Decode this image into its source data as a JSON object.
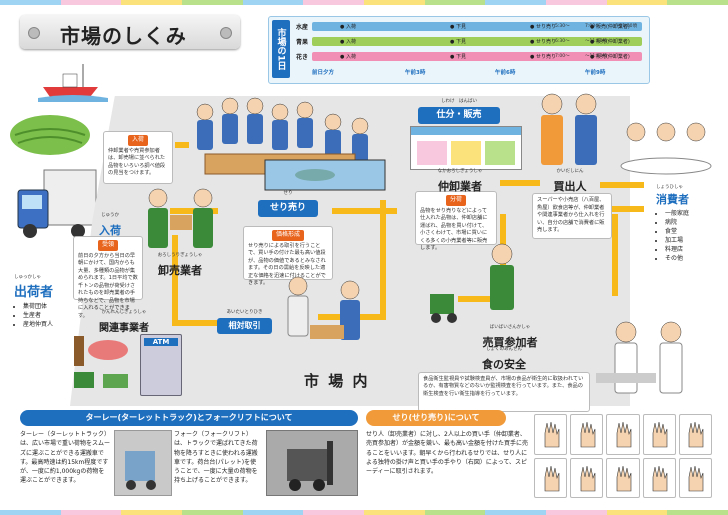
{
  "title": "市場のしくみ",
  "timeline": {
    "label": "市場の1日",
    "rows": [
      {
        "name": "水産",
        "color": "#6fb3e0",
        "events": [
          "入荷",
          "下見",
          "せり売り",
          "販売(仲卸業者)"
        ],
        "notes": [
          "5:30～",
          "7:00～",
          "～11:00頃"
        ]
      },
      {
        "name": "青果",
        "color": "#9fcf5a",
        "events": [
          "入荷",
          "下見",
          "せり売り",
          "販売(仲卸業者)"
        ],
        "notes": [
          "6:30～",
          "～11:00頃"
        ]
      },
      {
        "name": "花き",
        "color": "#f18fb4",
        "events": [
          "入荷",
          "下見",
          "せり売り",
          "販売(仲卸業者)"
        ],
        "notes": [
          "7:00～",
          "～11:00頃"
        ]
      }
    ],
    "times": [
      "前日夕方",
      "午前3時",
      "午前6時",
      "午前9時"
    ]
  },
  "actors": {
    "shukkasha": {
      "ruby": "しゅっかしゃ",
      "name": "出荷者",
      "items": [
        "集荷団体",
        "生産者",
        "産地仲買人"
      ]
    },
    "nyuka": {
      "ruby": "じゅうか",
      "name": "入荷"
    },
    "oroshiuri": {
      "ruby": "おろしうりぎょうしゃ",
      "name": "卸売業者"
    },
    "kanren": {
      "ruby": "かんれんじぎょうしゃ",
      "name": "関連事業者"
    },
    "nakaoroshi": {
      "ruby": "なかおろしぎょうしゃ",
      "name": "仲卸業者"
    },
    "kaidashi": {
      "ruby": "かいだしにん",
      "name": "買出人"
    },
    "baibai": {
      "ruby": "ばいばいさんかしゃ",
      "name": "売買参加者"
    },
    "shohisha": {
      "ruby": "しょうひしゃ",
      "name": "消費者",
      "items": [
        "一般家庭",
        "病院",
        "食堂",
        "加工場",
        "料理店",
        "その他"
      ]
    }
  },
  "buttons": {
    "seriuri": {
      "ruby": "せり",
      "name": "せり売り"
    },
    "aitai": {
      "ruby": "あいたいとりひき",
      "name": "相対取引"
    },
    "shiwake": {
      "ruby": "しわけ　はんばい",
      "name": "仕分・販売"
    }
  },
  "boxes": {
    "uketsuke": {
      "tag": "入荷",
      "text": "仲卸業者や売買参加者は、卸売場に並べられた品物をいろいろ調べ値段の見当をつけます。"
    },
    "juryo": {
      "tag": "受領",
      "text": "前日の夕方から当日の早朝にかけて、国内からも大量、多種類の品物が集められます。1日平均で数千トンの品物が荷受けされたものを卸売業者の手持ちなどで、品物を市場に入れることができます。"
    },
    "kakaku": {
      "tag": "価格形成",
      "text": "せり売りによる取引を行うことで、買い手の付けた最も高い値段が、品物の価値であるとみなされます。その日の需給を反映した適正な価格を迅速に付けることができます。"
    },
    "bunka": {
      "tag": "分荷",
      "text": "品物をせり売りなどによって仕入れた品物は、仲卸店舗に運ばれ、品物を買い付けて、小さくわけて、市場に買いにくる多くの小売業者等に販売します。"
    },
    "kaidashi_text": {
      "text": "スーパーや小売店（八百屋、魚屋）飲食店等が、仲卸業者や関連事業者から仕入れを行い、自分の店舗で消費者に販売します。"
    },
    "anzen": {
      "ruby": "しょくのあんぜん",
      "title": "食の安全",
      "text": "食品衛生監視員や試験検査員が、市場の食品が衛生的に取扱われているか、有害物質などのないか監視検査を行っています。また、食品の衛生検査を行い衛生指導を行っています。"
    }
  },
  "shijounai": "市 場 内",
  "bottom": {
    "left": {
      "title": "ターレー(ターレットトラック)とフォークリフトについて",
      "col1": "ターレー（ターレットトラック）は、広い市場で重い荷物をスムーズに運ぶことができる運搬車です。最高時速は約15km程度ですが、一度に約1,000kgの荷物を運ぶことができます。",
      "col2": "フォーク（フォークリフト）は、トラックで運ばれてきた荷物を降ろすときに使われる運搬車です。荷台台(パレット)を使うことで、一度に大量の荷物を持ち上げることができます。"
    },
    "right": {
      "title": "せり(せり売り)について",
      "text": "せり人（卸売業者）に対し、2人以上の買い手（仲卸業者、売買参加者）が金額を競い、最も高い金額を付けた買手に売ることをいいます。朝早くから行われるせりでは、せり人による独特の掛け声と買い手の手やり（右図）によって、スピーディーに取引されます。"
    }
  },
  "misc": {
    "atm": "ATM"
  },
  "colors": {
    "orange": "#e8641d",
    "blue": "#1f6fbf",
    "yellow": "#f7b91a",
    "green": "#3a8a3a"
  }
}
